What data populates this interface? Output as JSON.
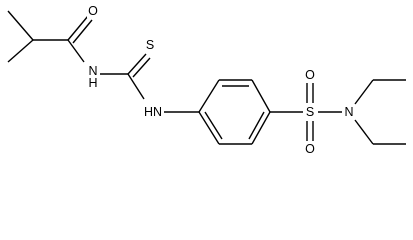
{
  "molecule": {
    "atoms": {
      "O_carbonyl": "O",
      "S_thio": "S",
      "NH_amide": "N",
      "H_amide": "H",
      "NH_aryl": "HN",
      "S_sulfonyl": "S",
      "O_sulfonyl_top": "O",
      "O_sulfonyl_bottom": "O",
      "N_sulfonamide": "N"
    }
  }
}
